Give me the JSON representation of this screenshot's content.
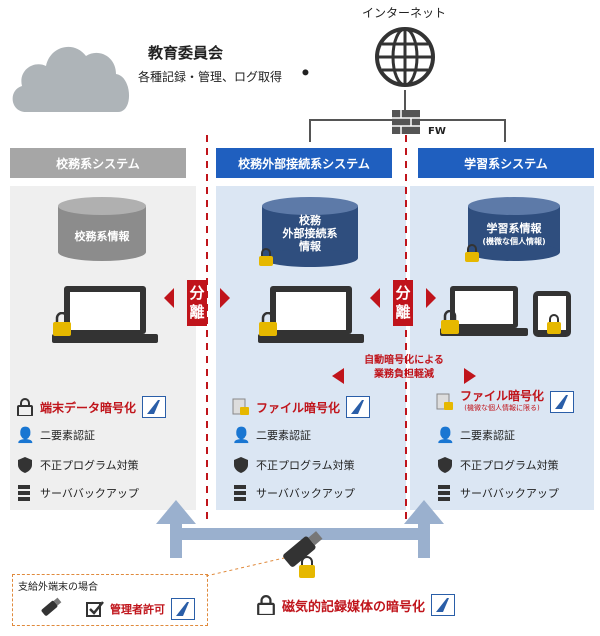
{
  "top": {
    "board_title": "教育委員会",
    "board_sub": "各種記録・管理、ログ取得",
    "internet": "インターネット",
    "fw": "FW"
  },
  "columns": [
    {
      "header": "校務系システム",
      "db": "校務系情報"
    },
    {
      "header": "校務外部接続系システム",
      "db_lines": [
        "校務",
        "外部接続系",
        "情報"
      ]
    },
    {
      "header": "学習系システム",
      "db_lines": [
        "学習系情報",
        "(機微な個人情報)"
      ]
    }
  ],
  "separators": {
    "a": "分",
    "b": "離"
  },
  "auto_note": [
    "自動暗号化による",
    "業務負担軽減"
  ],
  "col1_features": [
    "端末データ暗号化",
    "二要素認証",
    "不正プログラム対策",
    "サーババックアップ"
  ],
  "col2_features": [
    "ファイル暗号化",
    "二要素認証",
    "不正プログラム対策",
    "サーババックアップ"
  ],
  "col3_features": [
    "ファイル暗号化",
    "(機微な個人情報に限る)",
    "二要素認証",
    "不正プログラム対策",
    "サーババックアップ"
  ],
  "bottom": {
    "box_title": "支給外端末の場合",
    "permit": "管理者許可",
    "media": "磁気的記録媒体の暗号化"
  },
  "colors": {
    "gray_header": "#a6a6a6",
    "blue_header": "#1f5fbf",
    "red": "#c0141b",
    "blue_panel": "#dbe6f3",
    "gray_panel": "#efefef"
  }
}
